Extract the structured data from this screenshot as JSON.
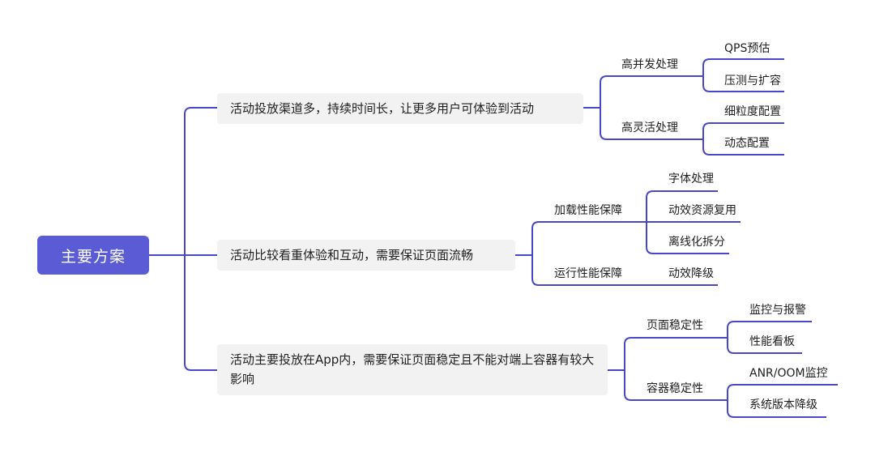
{
  "root": {
    "label": "主要方案"
  },
  "branches": [
    {
      "label": "活动投放渠道多，持续时间长，让更多用户可体验到活动",
      "children": [
        {
          "label": "高并发处理",
          "children": [
            "QPS预估",
            "压测与扩容"
          ]
        },
        {
          "label": "高灵活处理",
          "children": [
            "细粒度配置",
            "动态配置"
          ]
        }
      ]
    },
    {
      "label": "活动比较看重体验和互动，需要保证页面流畅",
      "children": [
        {
          "label": "加载性能保障",
          "children": [
            "字体处理",
            "动效资源复用",
            "离线化拆分"
          ]
        },
        {
          "label": "运行性能保障",
          "children": [
            "动效降级"
          ]
        }
      ]
    },
    {
      "label": "活动主要投放在App内，需要保证页面稳定且不能对端上容器有较大影响",
      "children": [
        {
          "label": "页面稳定性",
          "children": [
            "监控与报警",
            "性能看板"
          ]
        },
        {
          "label": "容器稳定性",
          "children": [
            "ANR/OOM监控",
            "系统版本降级"
          ]
        }
      ]
    }
  ],
  "colors": {
    "root_bg": "#5b5bd6",
    "connector": "#4a46c8",
    "box_bg": "#f2f2f2"
  }
}
